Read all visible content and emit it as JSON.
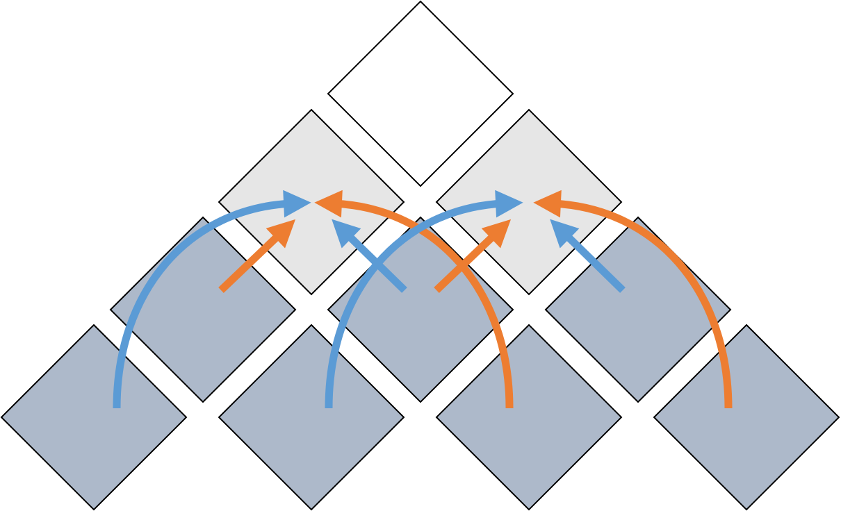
{
  "colors": {
    "background": "#ffffff",
    "outline": "#000000",
    "top_tile": "#ffffff",
    "middle_tile": "#e6e6e6",
    "lower_tile": "#adb9ca",
    "blue_arrow": "#5b9bd5",
    "orange_arrow": "#ed7d31"
  },
  "rows": [
    {
      "name": "top",
      "count": 1,
      "fill_key": "top_tile"
    },
    {
      "name": "middle",
      "count": 2,
      "fill_key": "middle_tile"
    },
    {
      "name": "lower",
      "count": 3,
      "fill_key": "lower_tile"
    },
    {
      "name": "bottom",
      "count": 4,
      "fill_key": "lower_tile"
    }
  ],
  "arrows": [
    {
      "name": "blue-curved-arrow-left",
      "color_key": "blue_arrow"
    },
    {
      "name": "orange-curved-arrow-left",
      "color_key": "orange_arrow"
    },
    {
      "name": "orange-diagonal-arrow-left",
      "color_key": "orange_arrow"
    },
    {
      "name": "blue-diagonal-arrow-left",
      "color_key": "blue_arrow"
    },
    {
      "name": "blue-curved-arrow-right",
      "color_key": "blue_arrow"
    },
    {
      "name": "orange-curved-arrow-right",
      "color_key": "orange_arrow"
    },
    {
      "name": "orange-diagonal-arrow-right",
      "color_key": "orange_arrow"
    },
    {
      "name": "blue-diagonal-arrow-right",
      "color_key": "blue_arrow"
    }
  ]
}
